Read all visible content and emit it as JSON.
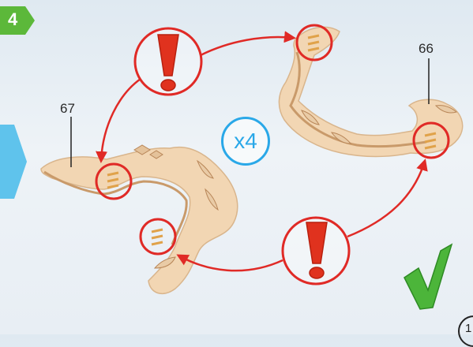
{
  "step": {
    "number": "4"
  },
  "labels": {
    "left_part": "67",
    "right_part": "66"
  },
  "multiplier": "x4",
  "page_corner": "1",
  "colors": {
    "badge": "#5cb83a",
    "warning": "#e0321e",
    "circle": "#e02a26",
    "wood": "#f2d6b3",
    "check": "#4cb53a",
    "accent": "#2aa8e8"
  },
  "icons": [
    "exclamation-icon",
    "exclamation-icon",
    "checkmark-icon",
    "arrow-icon"
  ]
}
